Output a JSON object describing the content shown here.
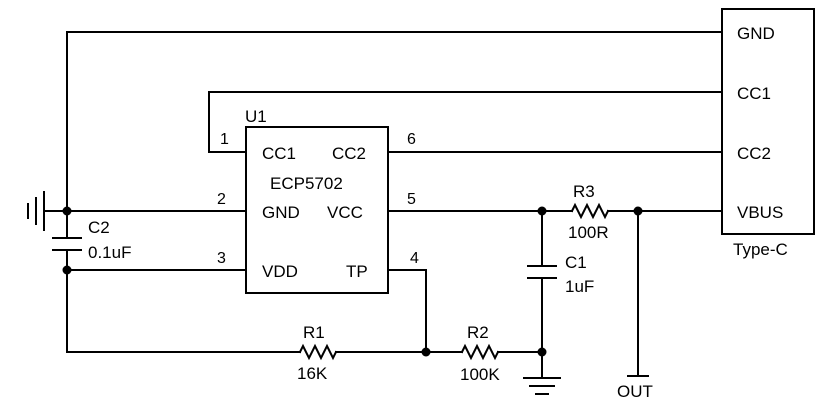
{
  "ic": {
    "ref": "U1",
    "part": "ECP5702",
    "pins": [
      {
        "num": "1",
        "name": "CC1"
      },
      {
        "num": "2",
        "name": "GND"
      },
      {
        "num": "3",
        "name": "VDD"
      },
      {
        "num": "4",
        "name": "TP"
      },
      {
        "num": "5",
        "name": "VCC"
      },
      {
        "num": "6",
        "name": "CC2"
      }
    ]
  },
  "connector": {
    "name": "Type-C",
    "pins": [
      "GND",
      "CC1",
      "CC2",
      "VBUS"
    ]
  },
  "components": {
    "c2": {
      "ref": "C2",
      "value": "0.1uF"
    },
    "c1": {
      "ref": "C1",
      "value": "1uF"
    },
    "r3": {
      "ref": "R3",
      "value": "100R"
    },
    "r1": {
      "ref": "R1",
      "value": "16K"
    },
    "r2": {
      "ref": "R2",
      "value": "100K"
    }
  },
  "output_label": "OUT"
}
